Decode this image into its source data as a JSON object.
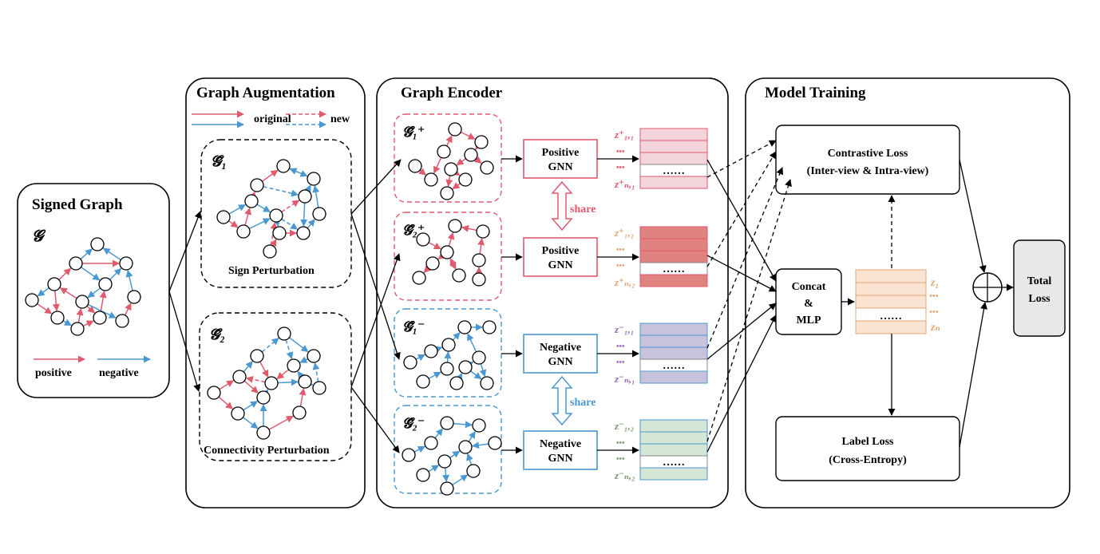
{
  "colors": {
    "positive": "#e05a6e",
    "negative": "#4a98cf",
    "pos_view1_embed": "#f2d4da",
    "pos_view2_embed": "#e0827f",
    "neg_view1_embed": "#c9c2dc",
    "neg_view2_embed": "#d5e6d6",
    "concat_embed": "#fbe3d2",
    "z_purple": "#9b6cb3",
    "z_green": "#7d9873",
    "z_orange": "#e2a77a",
    "total_loss_fill": "#e8e8e8"
  },
  "panels": {
    "signed_graph": {
      "title": "Signed Graph",
      "graph_symbol": "𝓖",
      "legend_positive": "positive",
      "legend_negative": "negative"
    },
    "augmentation": {
      "title": "Graph Augmentation",
      "legend_original": "original",
      "legend_new": "new",
      "view1_symbol": "𝓖̃₁",
      "view1_caption": "Sign Perturbation",
      "view2_symbol": "𝓖̃₂",
      "view2_caption": "Connectivity Perturbation"
    },
    "encoder": {
      "title": "Graph Encoder",
      "views": [
        {
          "symbol": "𝓖̃₁⁺",
          "gnn_line1": "Positive",
          "gnn_line2": "GNN",
          "z_top": "z⁺₁,₁",
          "dots1": "•••",
          "dots2": "•••",
          "z_bottom": "z⁺ₙ,₁",
          "ellipsis": "……"
        },
        {
          "symbol": "𝓖̃₂⁺",
          "gnn_line1": "Positive",
          "gnn_line2": "GNN",
          "z_top": "z⁺₁,₂",
          "dots1": "•••",
          "dots2": "•••",
          "z_bottom": "z⁺ₙ,₂",
          "ellipsis": "……"
        },
        {
          "symbol": "𝓖̃₁⁻",
          "gnn_line1": "Negative",
          "gnn_line2": "GNN",
          "z_top": "z⁻₁,₁",
          "dots1": "•••",
          "dots2": "•••",
          "z_bottom": "z⁻ₙ,₁",
          "ellipsis": "……"
        },
        {
          "symbol": "𝓖̃₂⁻",
          "gnn_line1": "Negative",
          "gnn_line2": "GNN",
          "z_top": "z⁻₁,₂",
          "dots1": "•••",
          "dots2": "•••",
          "z_bottom": "z⁻ₙ,₂",
          "ellipsis": "……"
        }
      ],
      "share_positive": "share",
      "share_negative": "share"
    },
    "training": {
      "title": "Model Training",
      "contrastive_line1": "Contrastive Loss",
      "contrastive_line2": "(Inter-view  &  Intra-view)",
      "concat_line1": "Concat",
      "concat_line2": "&",
      "concat_line3": "MLP",
      "z_first": "z₁",
      "z_dots1": "•••",
      "z_dots2": "•••",
      "z_last": "zₙ",
      "concat_ellipsis": "……",
      "label_line1": "Label  Loss",
      "label_line2": "(Cross-Entropy)",
      "total_line1": "Total",
      "total_line2": "Loss",
      "sum_symbol": "⊕"
    }
  }
}
